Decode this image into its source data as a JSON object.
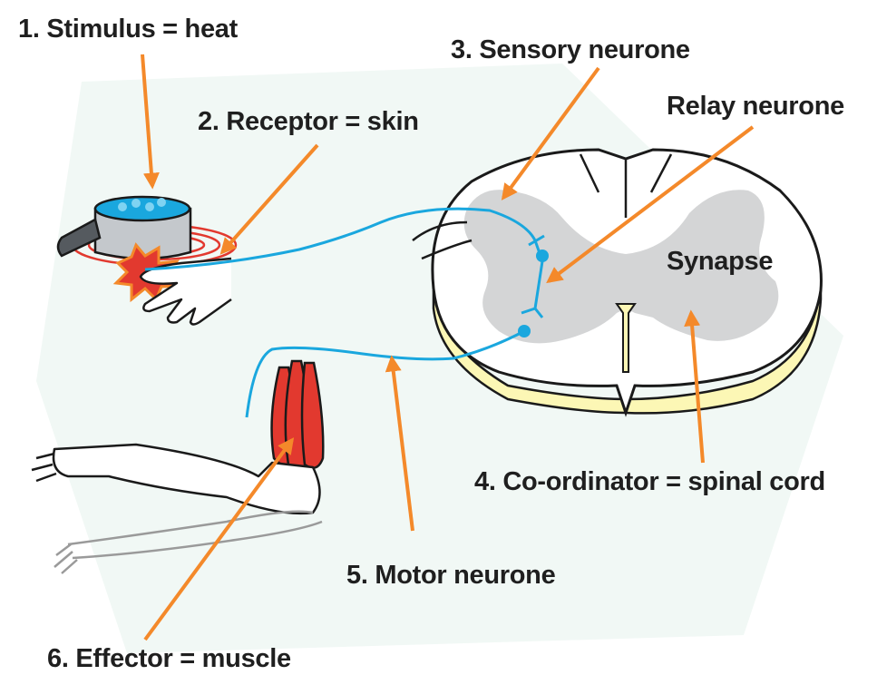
{
  "labels": {
    "stimulus": "1. Stimulus = heat",
    "receptor": "2. Receptor = skin",
    "sensory": "3. Sensory neurone",
    "relay": "Relay neurone",
    "synapse": "Synapse",
    "coordinator": "4. Co-ordinator = spinal cord",
    "motor": "5. Motor neurone",
    "effector": "6. Effector = muscle"
  },
  "colors": {
    "arrow": "#f4892a",
    "neurone": "#1aa7de",
    "muscle": "#e2392f",
    "grey_matter": "#d4d5d6",
    "cord_outline": "#1a1a1a",
    "cord_side": "#fcf7b5",
    "background_shape": "#f1f8f5"
  }
}
